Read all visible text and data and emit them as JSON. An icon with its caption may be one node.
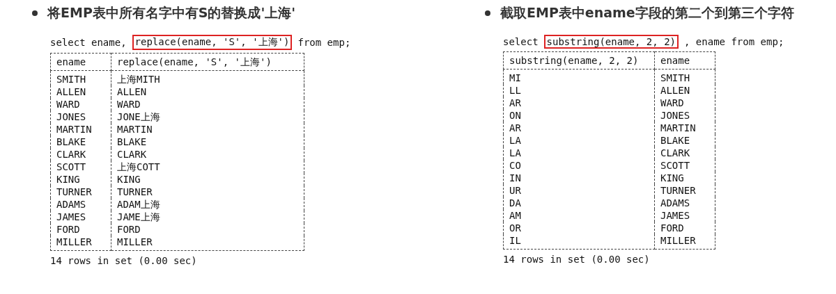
{
  "diagram": {
    "labels": [
      "将EMP表中所有名字中有S的替换成'上海'",
      "select ename,",
      "replace(ename, 'S', '上海')",
      "from emp;",
      "ename",
      "replace(ename, 'S', '上海')",
      "SMITH",
      "上海MITH",
      "ALLEN",
      "ALLEN",
      "WARD",
      "WARD",
      "JONES",
      "JONE上海",
      "MARTIN",
      "MARTIN",
      "BLAKE",
      "BLAKE",
      "CLARK",
      "CLARK",
      "SCOTT",
      "上海COTT",
      "KING",
      "KING",
      "TURNER",
      "TURNER",
      "ADAMS",
      "ADAM上海",
      "JAMES",
      "JAME上海",
      "FORD",
      "FORD",
      "MILLER",
      "MILLER",
      "14 rows in set (0.00 sec)",
      "截取EMP表中ename字段的第二个到第三个字符",
      "select",
      "substring(ename, 2, 2)",
      ", ename from emp;",
      "substring(ename, 2, 2)",
      "ename",
      "MI",
      "SMITH",
      "LL",
      "ALLEN",
      "AR",
      "WARD",
      "ON",
      "JONES",
      "AR",
      "MARTIN",
      "LA",
      "BLAKE",
      "LA",
      "CLARK",
      "CO",
      "SCOTT",
      "IN",
      "KING",
      "UR",
      "TURNER",
      "DA",
      "ADAMS",
      "AM",
      "JAMES",
      "OR",
      "FORD",
      "IL",
      "MILLER",
      "14 rows in set (0.00 sec)"
    ]
  }
}
